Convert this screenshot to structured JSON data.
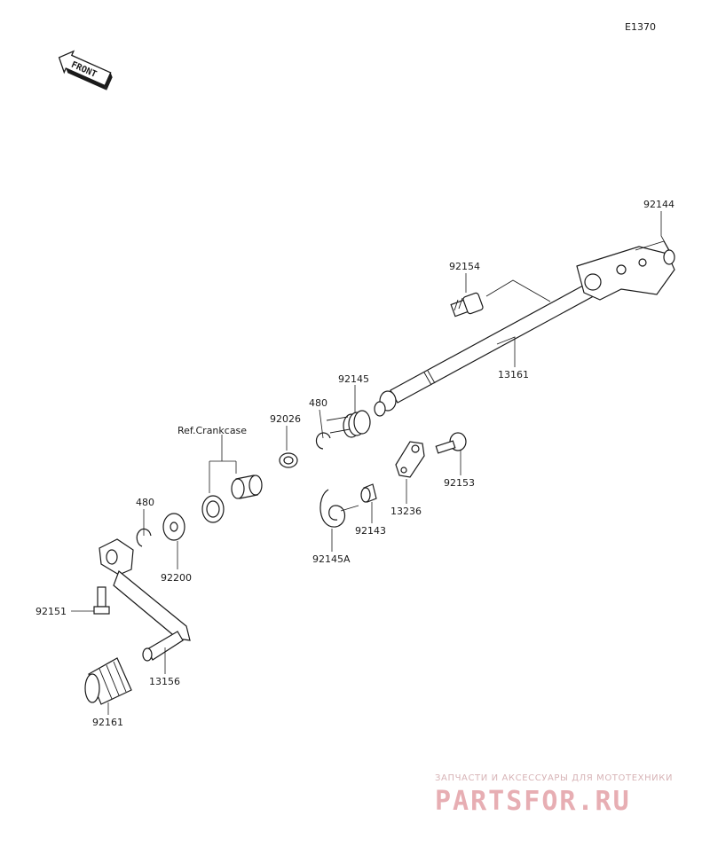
{
  "diagram": {
    "code": "E1370",
    "front_label": "FRONT",
    "ref_note": "Ref.Crankcase",
    "parts": {
      "p92144": "92144",
      "p92154": "92154",
      "p13161": "13161",
      "p92145": "92145",
      "p480_upper": "480",
      "p92026": "92026",
      "p92153": "92153",
      "p13236": "13236",
      "p92143": "92143",
      "p92145A": "92145A",
      "p480_lower": "480",
      "p92200": "92200",
      "p92151": "92151",
      "p13156": "13156",
      "p92161": "92161"
    }
  },
  "watermark": {
    "tagline": "ЗАПЧАСТИ И АКСЕССУАРЫ ДЛЯ МОТОТЕХНИКИ",
    "brand": "PARTSFOR.RU"
  }
}
